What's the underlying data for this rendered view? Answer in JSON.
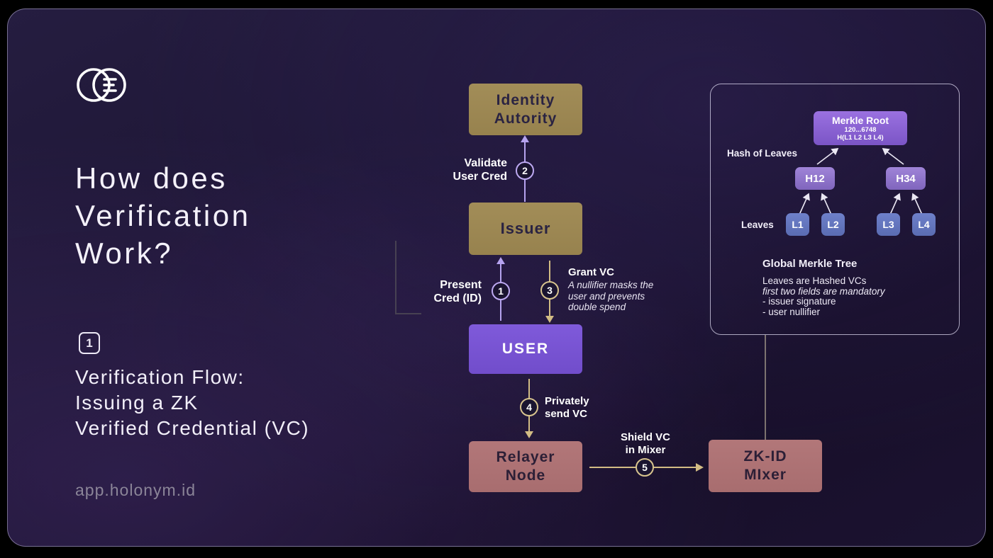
{
  "page": {
    "title": "How does\nVerification\nWork?",
    "step_number": "1",
    "subtitle": "Verification Flow:\nIssuing a ZK\nVerified Credential (VC)",
    "footer": "app.holonym.id"
  },
  "flow": {
    "nodes": {
      "identity_authority": "Identity\nAutority",
      "issuer": "Issuer",
      "user": "USER",
      "relayer": "Relayer\nNode",
      "mixer": "ZK-ID\nMIxer"
    },
    "steps": {
      "s1": {
        "num": "1",
        "label": "Present\nCred (ID)"
      },
      "s2": {
        "num": "2",
        "label": "Validate\nUser Cred"
      },
      "s3": {
        "num": "3",
        "label": "Grant VC",
        "note": "A nullifier masks the\nuser and prevents\ndouble spend"
      },
      "s4": {
        "num": "4",
        "label": "Privately\nsend VC"
      },
      "s5": {
        "num": "5",
        "label": "Shield VC\nin Mixer"
      }
    }
  },
  "merkle": {
    "root": {
      "title": "Merkle Root",
      "value": "120...6748",
      "formula": "H(L1 L2 L3 L4)"
    },
    "hash_label": "Hash of Leaves",
    "leaves_label": "Leaves",
    "h12": "H12",
    "h34": "H34",
    "leaves": [
      "L1",
      "L2",
      "L3",
      "L4"
    ],
    "caption_title": "Global Merkle Tree",
    "caption_lines": [
      "Leaves are Hashed VCs",
      "first two fields are mandatory",
      "- issuer signature",
      "- user nullifier"
    ]
  },
  "colors": {
    "accent_tan": "#d2bc84",
    "accent_lavender": "#b6a3ef",
    "node_khaki": "#9c8852",
    "node_purple": "#7a55d6",
    "node_rose": "#b07476"
  }
}
